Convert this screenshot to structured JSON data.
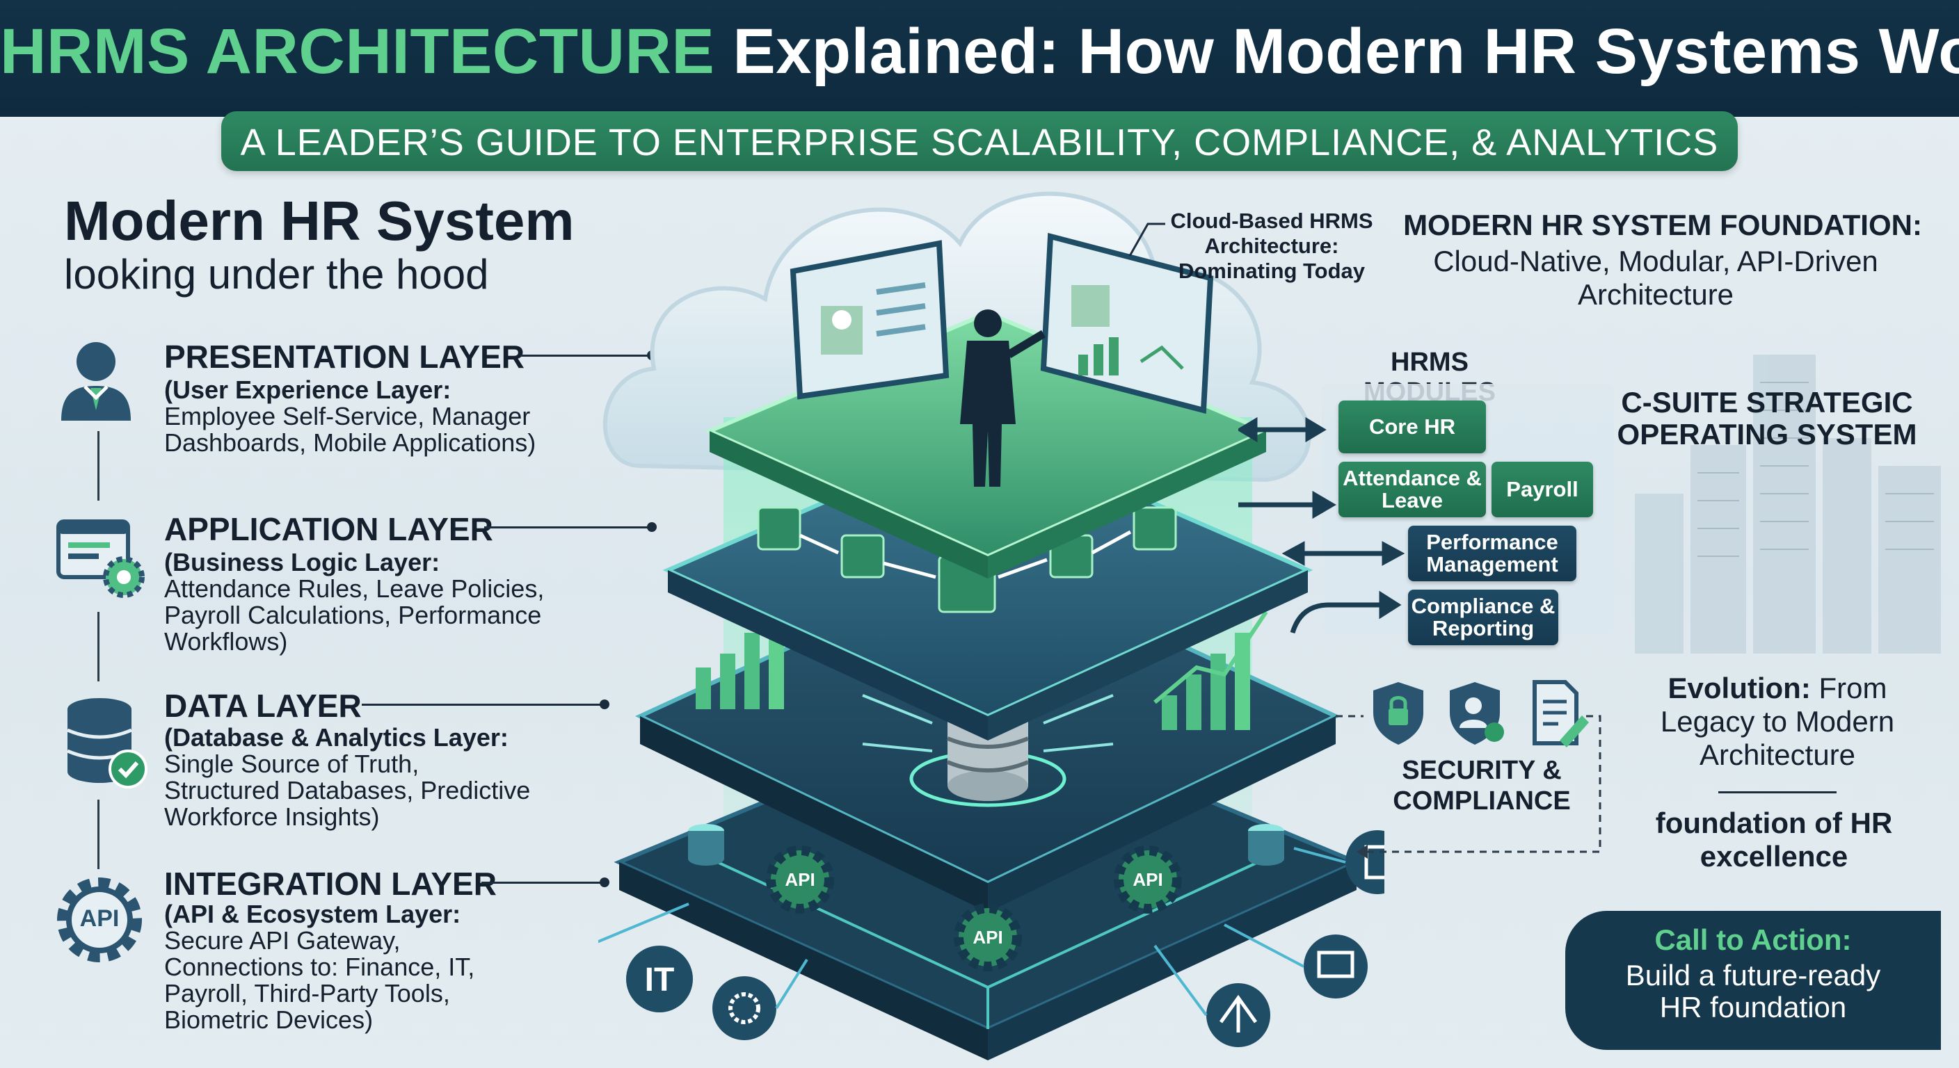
{
  "header": {
    "title_accent": "HRMS ARCHITECTURE",
    "title_rest": " Explained: How Modern HR Systems Work",
    "subtitle": "A LEADER’S GUIDE TO ENTERPRISE SCALABILITY, COMPLIANCE, & ANALYTICS"
  },
  "left": {
    "heading": "Modern HR System",
    "subheading": "looking under the hood",
    "layers": [
      {
        "title": "PRESENTATION LAYER",
        "bold": "(User Experience Layer:",
        "desc": "Employee Self-Service, Manager Dashboards, Mobile Applications)"
      },
      {
        "title": "APPLICATION LAYER",
        "bold": "(Business Logic Layer:",
        "desc": "Attendance Rules, Leave Policies, Payroll Calculations, Performance Workflows)"
      },
      {
        "title": "DATA LAYER",
        "bold": "(Database & Analytics Layer:",
        "desc": "Single Source of Truth, Structured Databases, Predictive Workforce Insights)"
      },
      {
        "title": "INTEGRATION LAYER",
        "bold": "(API & Ecosystem Layer:",
        "desc": "Secure API Gateway, Connections to: Finance, IT, Payroll, Third-Party Tools, Biometric Devices)"
      }
    ],
    "icons": [
      "user-icon",
      "app-settings-icon",
      "database-check-icon",
      "api-gear-icon"
    ],
    "api_icon_label": "API"
  },
  "center": {
    "cloud_note": "Cloud-Based HRMS Architecture: Dominating Today",
    "api_labels": [
      "API",
      "API",
      "API"
    ],
    "it_label": "IT"
  },
  "right": {
    "foundation_title": "MODERN HR SYSTEM FOUNDATION:",
    "foundation_text": "Cloud-Native, Modular, API-Driven Architecture",
    "modules_title": "HRMS MODULES",
    "modules": [
      "Core HR",
      "Attendance & Leave",
      "Payroll",
      "Performance Management",
      "Compliance & Reporting"
    ],
    "csuite": "C-SUITE STRATEGIC OPERATING SYSTEM",
    "security": "SECURITY & COMPLIANCE",
    "evolution_bold": "Evolution:",
    "evolution_text": " From Legacy to Modern Architecture",
    "excellence": "foundation of HR excellence",
    "cta_title": "Call to Action:",
    "cta_text": "Build a future-ready HR foundation"
  },
  "colors": {
    "navy": "#123247",
    "green": "#2e8a62",
    "accent_green": "#5fd08e",
    "teal": "#3fb8a8"
  }
}
